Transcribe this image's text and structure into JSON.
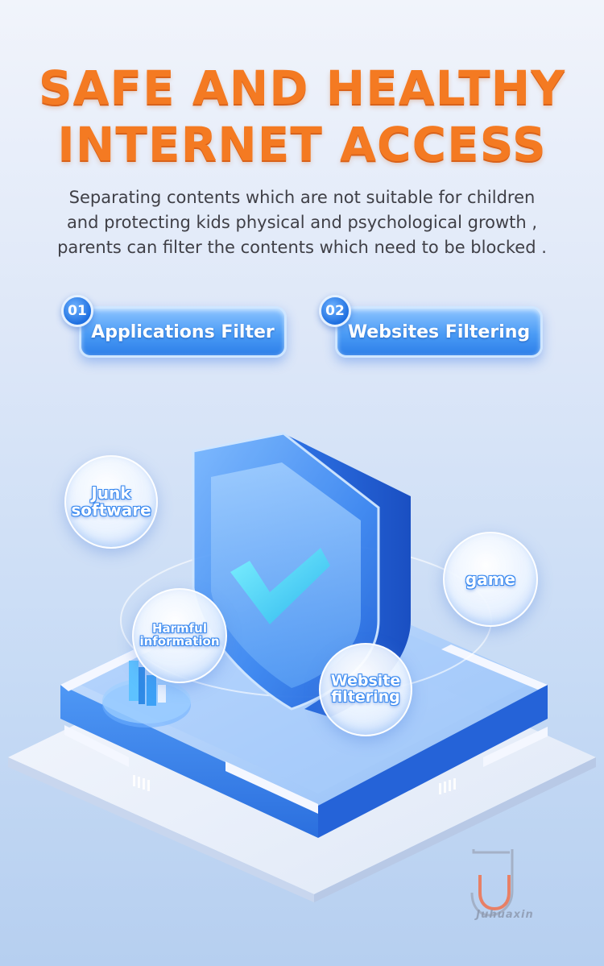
{
  "header": {
    "title_line1": "SAFE AND HEALTHY",
    "title_line2": "INTERNET ACCESS",
    "subtitle_lines": [
      "Separating contents which are not suitable for children",
      "and protecting kids physical and psychological growth ,",
      "parents can filter the contents which need to be blocked ."
    ]
  },
  "features": [
    {
      "number": "01",
      "label": "Applications Filter"
    },
    {
      "number": "02",
      "label": "Websites Filtering"
    }
  ],
  "bubbles": {
    "junk": [
      "Junk",
      "software"
    ],
    "game": [
      "game"
    ],
    "harmful": [
      "Harmful",
      "information"
    ],
    "website": [
      "Website",
      "filtering"
    ]
  },
  "icons": {
    "shield": "shield-check-icon",
    "platform": "isometric-platform-icon",
    "bar_chart": "bar-chart-icon",
    "logo": "juhuaxin-logo-icon"
  },
  "brand": {
    "watermark": "Juhuaxin"
  },
  "colors": {
    "title_orange": "#f47a22",
    "accent_blue": "#2d7fe9",
    "subtitle_gray": "#3f3f46"
  }
}
